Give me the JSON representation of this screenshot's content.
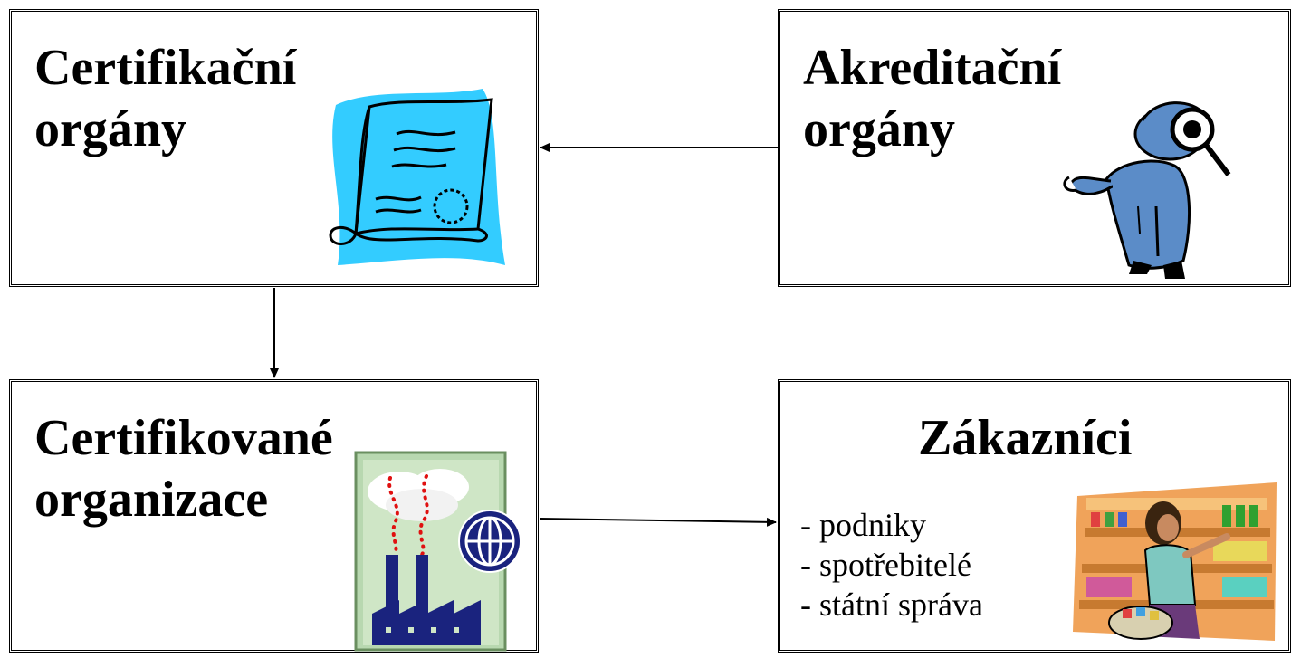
{
  "boxes": {
    "certification_bodies": {
      "title": "Certifikační\norgány"
    },
    "accreditation_bodies": {
      "title": "Akreditační\norgány"
    },
    "certified_organizations": {
      "title": "Certifikované\norganizace"
    },
    "customers": {
      "title": "Zákazníci",
      "items": [
        "- podniky",
        "- spotřebitelé",
        "- státní správa"
      ]
    }
  },
  "icons": {
    "certification_bodies": "certificate-icon",
    "accreditation_bodies": "inspector-magnifier-icon",
    "certified_organizations": "factory-globe-icon",
    "customers": "shopper-icon"
  },
  "colors": {
    "certificate_fill": "#33ccff",
    "inspector_blue": "#5b8cc8",
    "factory_bg": "#b8d8b0",
    "factory_navy": "#1a237e"
  }
}
